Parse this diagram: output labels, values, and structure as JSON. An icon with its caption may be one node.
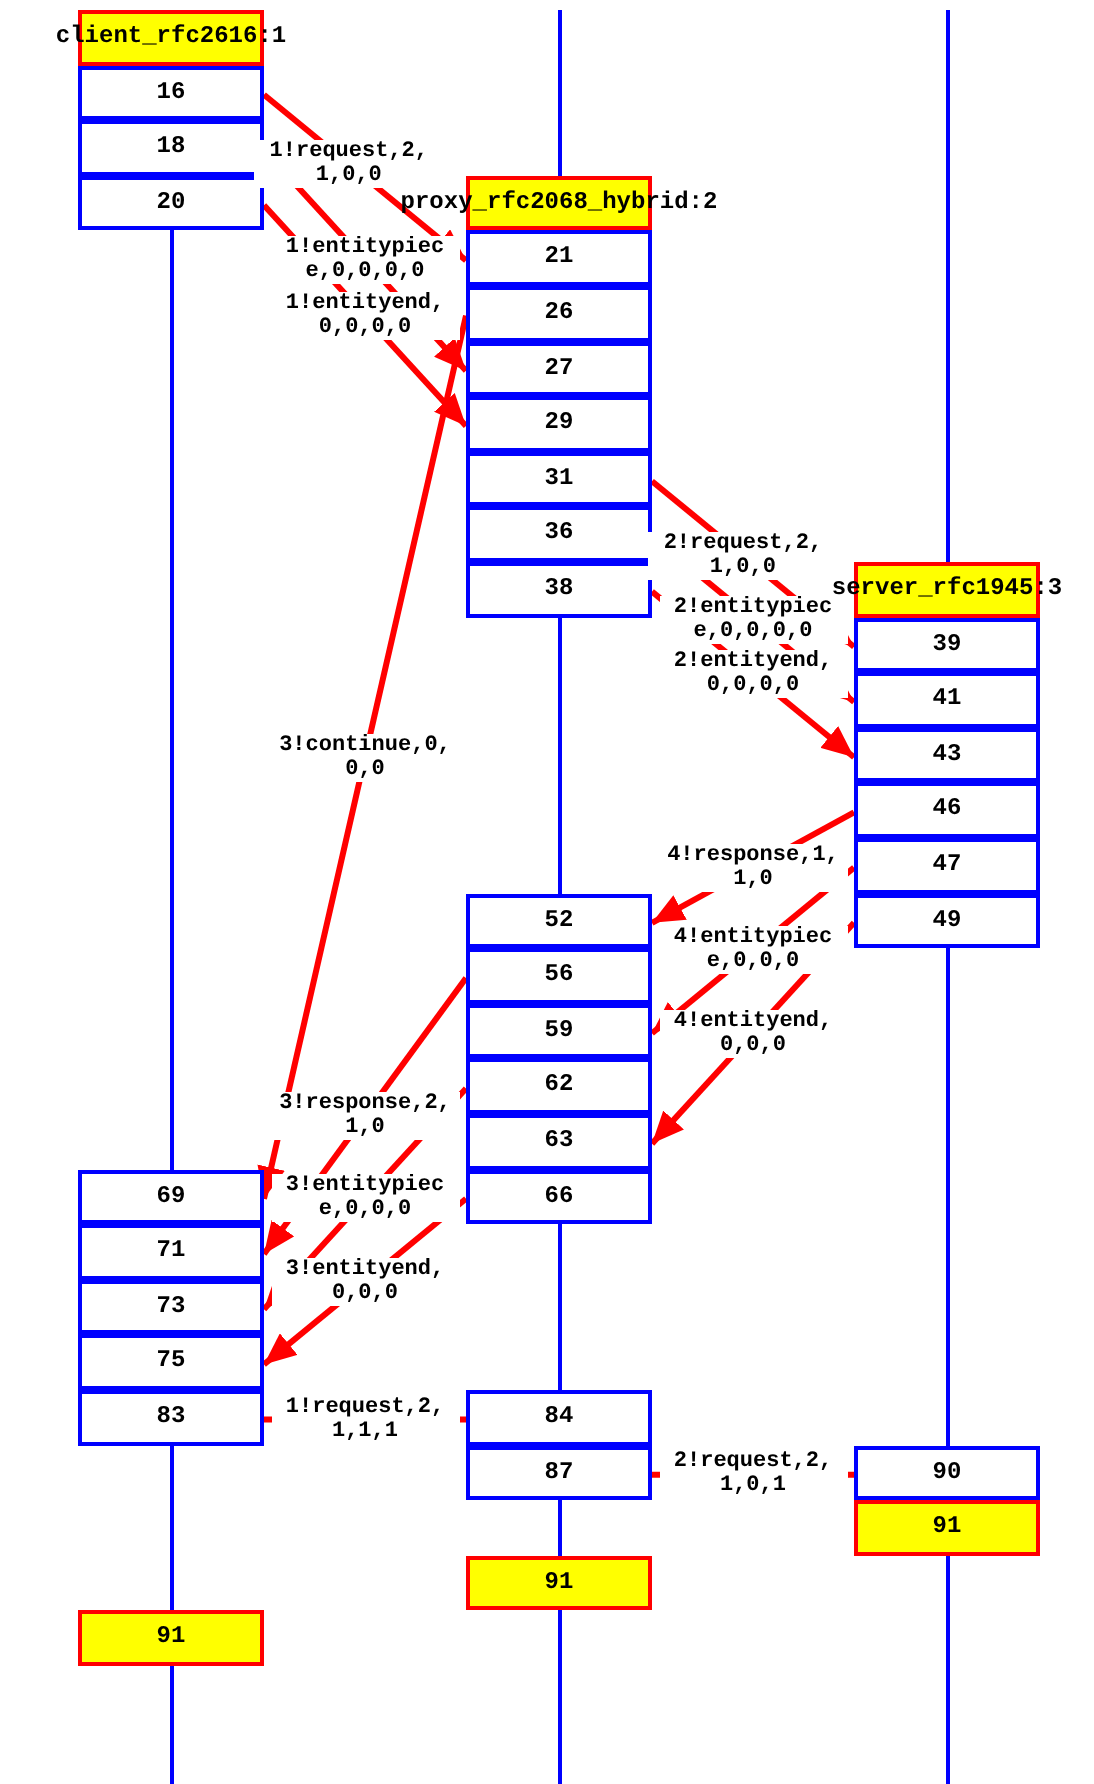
{
  "diagram": {
    "nodes": [
      {
        "text": [
          "client_rfc2616:1"
        ]
      },
      {
        "text": [
          "16"
        ]
      },
      {
        "text": [
          "18"
        ]
      },
      {
        "text": [
          "20"
        ]
      },
      {
        "text": [
          "69"
        ]
      },
      {
        "text": [
          "71"
        ]
      },
      {
        "text": [
          "73"
        ]
      },
      {
        "text": [
          "75"
        ]
      },
      {
        "text": [
          "83"
        ]
      },
      {
        "text": [
          "91"
        ]
      },
      {
        "text": [
          "proxy_rfc2068_hybrid:2"
        ]
      },
      {
        "text": [
          "21"
        ]
      },
      {
        "text": [
          "26"
        ]
      },
      {
        "text": [
          "27"
        ]
      },
      {
        "text": [
          "29"
        ]
      },
      {
        "text": [
          "31"
        ]
      },
      {
        "text": [
          "36"
        ]
      },
      {
        "text": [
          "38"
        ]
      },
      {
        "text": [
          "52"
        ]
      },
      {
        "text": [
          "56"
        ]
      },
      {
        "text": [
          "59"
        ]
      },
      {
        "text": [
          "62"
        ]
      },
      {
        "text": [
          "63"
        ]
      },
      {
        "text": [
          "66"
        ]
      },
      {
        "text": [
          "84"
        ]
      },
      {
        "text": [
          "87"
        ]
      },
      {
        "text": [
          "91"
        ]
      },
      {
        "text": [
          "server_rfc1945:3"
        ]
      },
      {
        "text": [
          "39"
        ]
      },
      {
        "text": [
          "41"
        ]
      },
      {
        "text": [
          "43"
        ]
      },
      {
        "text": [
          "46"
        ]
      },
      {
        "text": [
          "47"
        ]
      },
      {
        "text": [
          "49"
        ]
      },
      {
        "text": [
          "90"
        ]
      },
      {
        "text": [
          "91"
        ]
      }
    ],
    "edges": [
      {
        "from": 1,
        "to": 11,
        "arrow": "to",
        "label": "1!request,2,1,0,0"
      },
      {
        "from": 2,
        "to": 13,
        "arrow": "to",
        "label": "1!entitypiece,0,0,0,0"
      },
      {
        "from": 3,
        "to": 14,
        "arrow": "to",
        "label": "1!entityend,0,0,0,0"
      },
      {
        "from": 12,
        "to": 4,
        "arrow": "to",
        "label": "3!continue,0,0,0"
      },
      {
        "from": 15,
        "to": 28,
        "arrow": "to",
        "label": "2!request,2,1,0,0"
      },
      {
        "from": 16,
        "to": 29,
        "arrow": "to",
        "label": "2!entitypiece,0,0,0,0"
      },
      {
        "from": 17,
        "to": 30,
        "arrow": "to",
        "label": "2!entityend,0,0,0,0"
      },
      {
        "from": 31,
        "to": 18,
        "arrow": "to",
        "label": "4!response,1,1,0"
      },
      {
        "from": 32,
        "to": 20,
        "arrow": "to",
        "label": "4!entitypiece,0,0,0"
      },
      {
        "from": 33,
        "to": 22,
        "arrow": "to",
        "label": "4!entityend,0,0,0"
      },
      {
        "from": 19,
        "to": 5,
        "arrow": "to",
        "label": "3!response,2,1,0"
      },
      {
        "from": 21,
        "to": 6,
        "arrow": "to",
        "label": "3!entitypiece,0,0,0"
      },
      {
        "from": 23,
        "to": 7,
        "arrow": "to",
        "label": "3!entityend,0,0,0"
      },
      {
        "from": 8,
        "to": 24,
        "arrow": "to",
        "label": "1!request,2,1,1,1"
      },
      {
        "from": 25,
        "to": 34,
        "arrow": "to",
        "label": "2!request,2,1,0,1"
      }
    ]
  }
}
